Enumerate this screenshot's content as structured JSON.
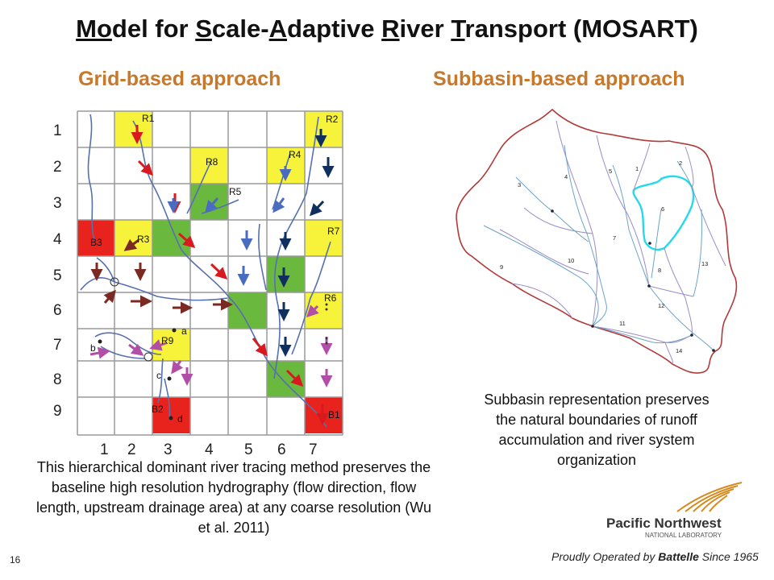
{
  "title": {
    "parts": [
      "Mo",
      "del for ",
      "S",
      "cale-",
      "A",
      "daptive ",
      "R",
      "iver ",
      "T",
      "ransport (MOSART)"
    ]
  },
  "grid_head": "Grid-based approach",
  "subbasin_head": "Subbasin-based approach",
  "grid": {
    "row_labels": [
      "1",
      "2",
      "3",
      "4",
      "5",
      "6",
      "7",
      "8",
      "9"
    ],
    "col_labels": [
      "1",
      "2",
      "3",
      "4",
      "5",
      "6",
      "7"
    ],
    "cell_labels": [
      "R1",
      "R2",
      "R8",
      "R4",
      "R5",
      "B3",
      "R3",
      "R7",
      "R6",
      "R9",
      "B2",
      "B1"
    ],
    "point_labels": [
      "a",
      "b",
      "c",
      "d"
    ]
  },
  "basin": {
    "labels": [
      "1",
      "2",
      "3",
      "4",
      "5",
      "6",
      "7",
      "8",
      "9",
      "10",
      "11",
      "12",
      "13",
      "14"
    ]
  },
  "left_caption": "This hierarchical dominant river tracing method preserves the baseline high resolution hydrography (flow direction, flow length, upstream drainage area) at any coarse resolution (Wu et al. 2011)",
  "right_caption": "Subbasin representation preserves the natural boundaries of runoff accumulation and river system organization",
  "slide_number": "16",
  "logo": {
    "line1": "Pacific Northwest",
    "line2": "NATIONAL LABORATORY",
    "tagline_parts": [
      "Proudly Operated by ",
      "Battelle",
      " Since 1965"
    ]
  },
  "colors": {
    "subhead": "#c8782a",
    "cell_yellow": "#f7f23a",
    "cell_green": "#6ab83e",
    "cell_red": "#e8231d",
    "basin_boundary": "#b23a3a",
    "subbasin_highlight": "#28d8ea",
    "arrow_red": "#d8191f",
    "arrow_navy": "#0f2f5e",
    "arrow_blue": "#4a6cc0",
    "arrow_brown": "#7a2a22",
    "arrow_magenta": "#b34ea8",
    "river": "#5670b0"
  }
}
